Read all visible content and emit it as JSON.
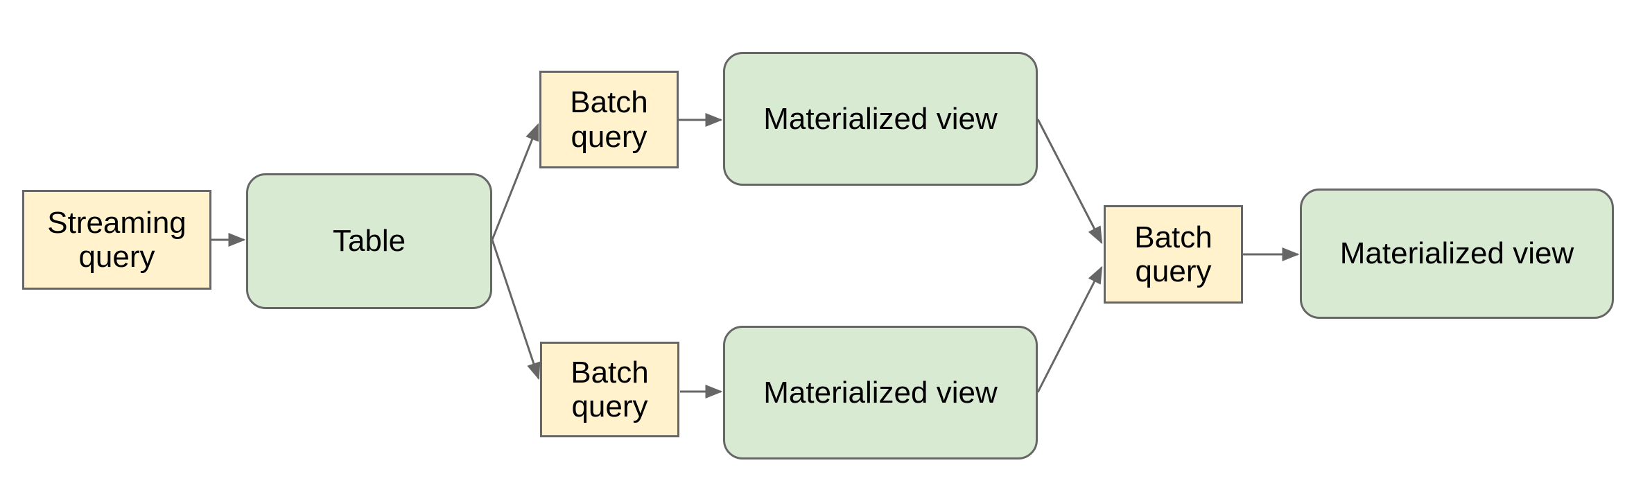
{
  "diagram": {
    "title": "",
    "nodes": [
      {
        "id": "streaming-query",
        "label": "Streaming query",
        "type": "query"
      },
      {
        "id": "table",
        "label": "Table",
        "type": "table"
      },
      {
        "id": "batch-query-top",
        "label": "Batch query",
        "type": "query"
      },
      {
        "id": "materialized-view-top",
        "label": "Materialized view",
        "type": "view"
      },
      {
        "id": "batch-query-bottom",
        "label": "Batch query",
        "type": "query"
      },
      {
        "id": "materialized-view-bottom",
        "label": "Materialized view",
        "type": "view"
      },
      {
        "id": "batch-query-merge",
        "label": "Batch query",
        "type": "query"
      },
      {
        "id": "materialized-view-final",
        "label": "Materialized view",
        "type": "view"
      }
    ],
    "edges": [
      {
        "from": "streaming-query",
        "to": "table"
      },
      {
        "from": "table",
        "to": "batch-query-top"
      },
      {
        "from": "table",
        "to": "batch-query-bottom"
      },
      {
        "from": "batch-query-top",
        "to": "materialized-view-top"
      },
      {
        "from": "batch-query-bottom",
        "to": "materialized-view-bottom"
      },
      {
        "from": "materialized-view-top",
        "to": "batch-query-merge"
      },
      {
        "from": "materialized-view-bottom",
        "to": "batch-query-merge"
      },
      {
        "from": "batch-query-merge",
        "to": "materialized-view-final"
      }
    ],
    "colors": {
      "background": "#FFFFFF",
      "query_fill": "#FFF2CC",
      "view_fill": "#D9EAD3",
      "shape_border": "#666666",
      "arrow": "#666666",
      "text": "#000000"
    }
  }
}
